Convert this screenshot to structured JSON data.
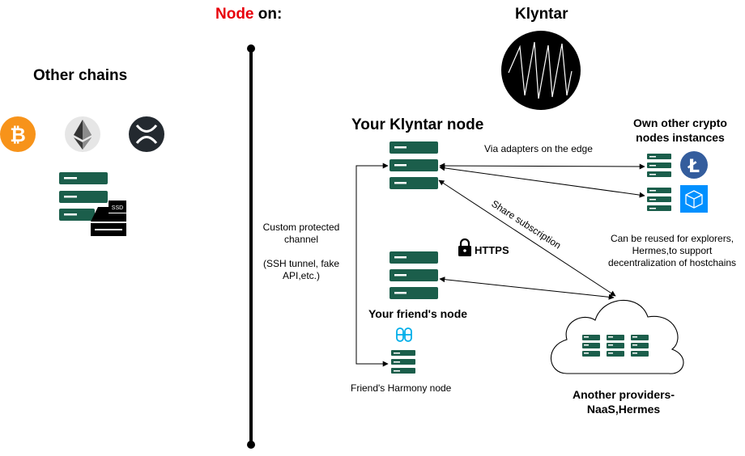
{
  "header": {
    "node_word": "Node",
    "node_suffix": " on:",
    "brand_title": "Klyntar",
    "node_word_color": "#e8000b"
  },
  "left": {
    "title": "Other chains",
    "coins": [
      {
        "icon": "bitcoin-icon",
        "color": "#f7931a"
      },
      {
        "icon": "ethereum-icon",
        "color": "#e6e6e6"
      },
      {
        "icon": "xrp-icon",
        "color": "#23292f"
      }
    ],
    "ssd_label": "SSD"
  },
  "main": {
    "your_node_title": "Your Klyntar node",
    "own_other_title_1": "Own other crypto",
    "own_other_title_2": "nodes instances",
    "adapters_label": "Via adapters on the edge",
    "share_label": "Share subscription",
    "https_label": "HTTPS",
    "custom_channel_lines": [
      "Custom protected",
      "channel",
      "",
      "(SSH tunnel, fake",
      "API,etc.)"
    ],
    "friend_node_title": "Your friend's node",
    "harmony_label": "Friend's Harmony node",
    "reuse_lines": [
      "Can be reused for explorers,",
      "Hermes,to support",
      "decentralization of hostchains"
    ],
    "providers_lines": [
      "Another providers-",
      "NaaS,Hermes"
    ]
  },
  "colors": {
    "server": "#1b5e4b",
    "litecoin": "#345d9d",
    "filecoin": "#0090ff",
    "harmony": "#00aee9"
  }
}
